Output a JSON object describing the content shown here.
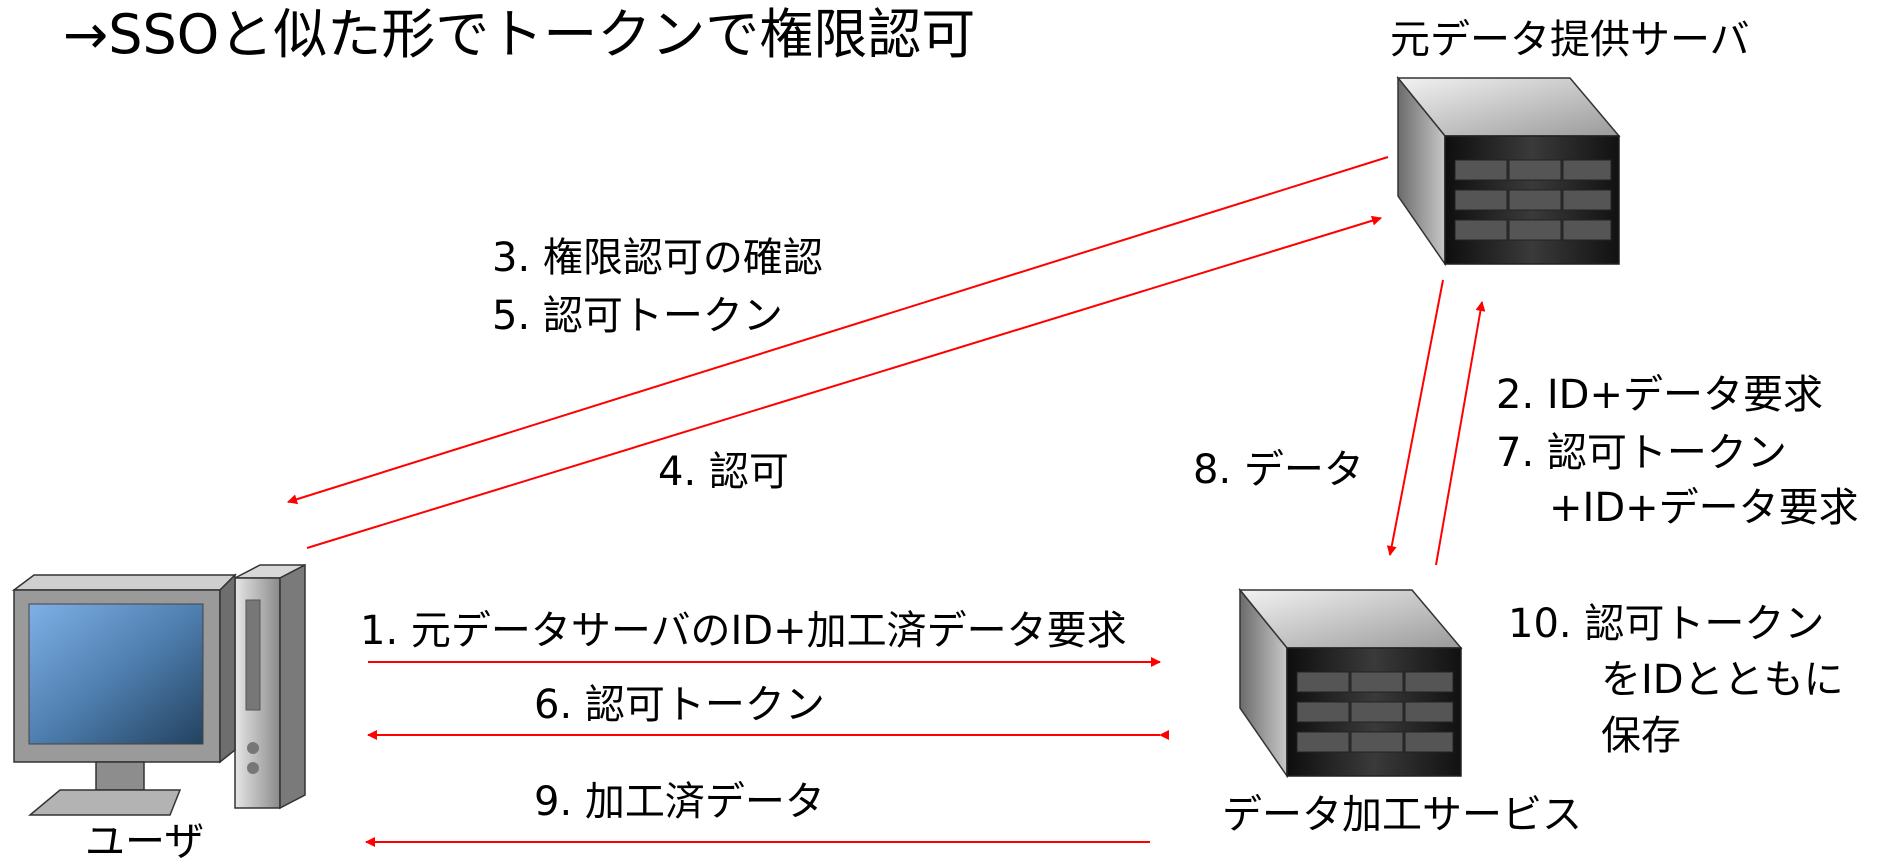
{
  "title": "→SSOと似た形でトークンで権限認可",
  "nodes": {
    "source_server": "元データ提供サーバ",
    "processing_service": "データ加工サービス",
    "user": "ユーザ"
  },
  "edges": {
    "step3": "3. 権限認可の確認",
    "step5": "5. 認可トークン",
    "step4": "4. 認可",
    "step2": "2. ID+データ要求",
    "step7a": "7. 認可トークン",
    "step7b": "+ID+データ要求",
    "step8": "8. データ",
    "step1": "1. 元データサーバのID+加工済データ要求",
    "step6": "6. 認可トークン",
    "step9": "9. 加工済データ",
    "step10a": "10. 認可トークン",
    "step10b": "をIDとともに",
    "step10c": "保存"
  },
  "colors": {
    "arrow": "#ff0000",
    "text": "#000000"
  }
}
